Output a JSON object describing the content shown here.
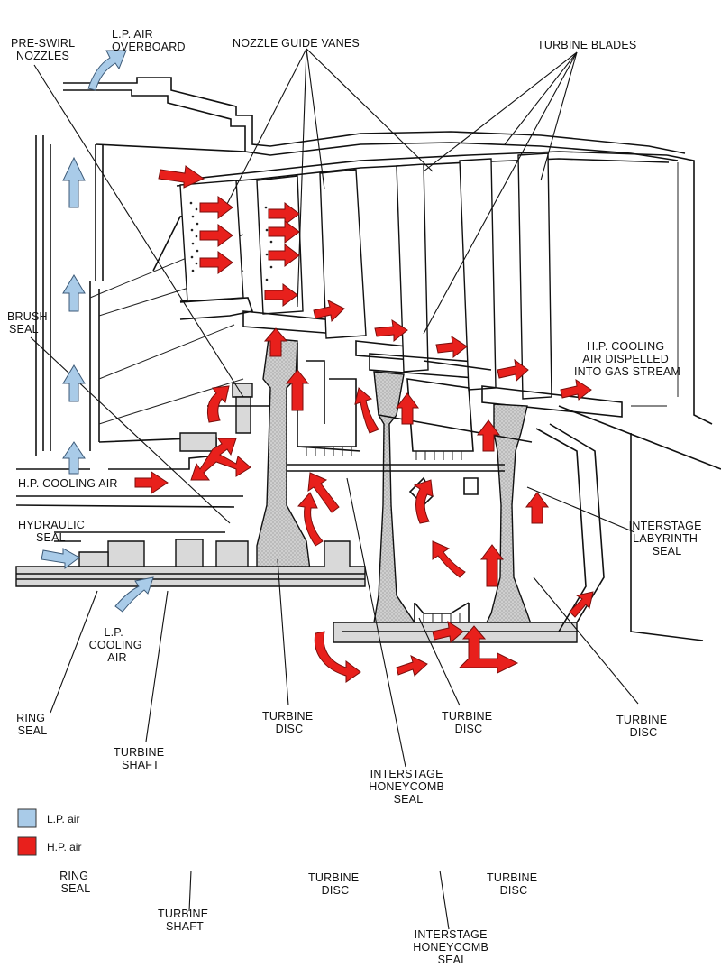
{
  "labels": {
    "lp_air_overboard": [
      "L.P. AIR",
      "OVERBOARD"
    ],
    "pre_swirl_nozzles": [
      "PRE-SWIRL",
      "NOZZLES"
    ],
    "nozzle_guide_vanes": [
      "NOZZLE GUIDE VANES"
    ],
    "turbine_blades": [
      "TURBINE BLADES"
    ],
    "brush_seal": [
      "BRUSH",
      "SEAL"
    ],
    "hp_cooling_air_dispelled": [
      "H.P. COOLING",
      "AIR DISPELLED",
      "INTO GAS STREAM"
    ],
    "hp_cooling_air": [
      "H.P. COOLING AIR"
    ],
    "hydraulic_seal": [
      "HYDRAULIC",
      "SEAL"
    ],
    "interstage_labyrinth_seal": [
      "INTERSTAGE",
      "LABYRINTH",
      "SEAL"
    ],
    "lp_cooling_air": [
      "L.P.",
      "COOLING",
      "AIR"
    ],
    "ring_seal": [
      "RING",
      "SEAL"
    ],
    "turbine_shaft": [
      "TURBINE",
      "SHAFT"
    ],
    "turbine_disc_1": [
      "TURBINE",
      "DISC"
    ],
    "turbine_disc_2": [
      "TURBINE",
      "DISC"
    ],
    "turbine_disc_3": [
      "TURBINE",
      "DISC"
    ],
    "interstage_honeycomb_seal": [
      "INTERSTAGE",
      "HONEYCOMB",
      "SEAL"
    ]
  },
  "legend": {
    "items": [
      {
        "label": "L.P. air",
        "color": "#a9cbe8"
      },
      {
        "label": "H.P. air",
        "color": "#e8201c"
      }
    ]
  },
  "bottom_labels": {
    "ring_seal": [
      "RING",
      "SEAL"
    ],
    "turbine_shaft": [
      "TURBINE",
      "SHAFT"
    ],
    "turbine_disc_1": [
      "TURBINE",
      "DISC"
    ],
    "turbine_disc_2": [
      "TURBINE",
      "DISC"
    ],
    "interstage_honeycomb_seal": [
      "INTERSTAGE",
      "HONEYCOMB",
      "SEAL"
    ]
  },
  "colors": {
    "lp_air": "#a9cbe8",
    "hp_air": "#e8201c"
  }
}
